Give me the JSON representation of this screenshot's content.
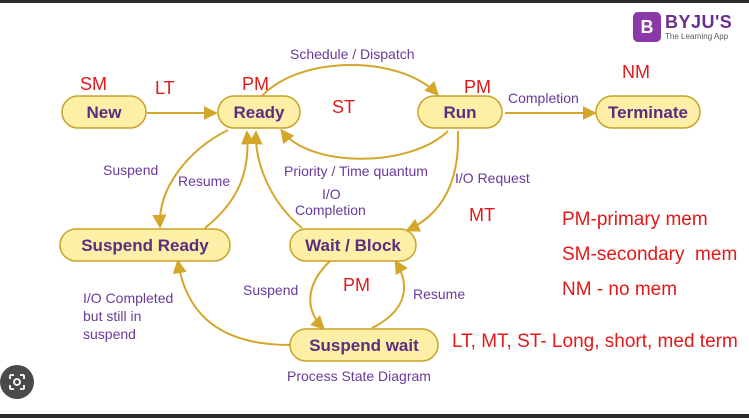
{
  "logo": {
    "letter": "B",
    "name": "BYJU'S",
    "tagline": "The Learning App"
  },
  "states": {
    "new": "New",
    "ready": "Ready",
    "run": "Run",
    "terminate": "Terminate",
    "suspend_ready": "Suspend Ready",
    "wait_block": "Wait / Block",
    "suspend_wait": "Suspend wait"
  },
  "transitions": {
    "schedule_dispatch": "Schedule / Dispatch",
    "completion": "Completion",
    "priority_time_quantum": "Priority / Time quantum",
    "io_request": "I/O Request",
    "io_completion_line1": "I/O",
    "io_completion_line2": "Completion",
    "suspend_left": "Suspend",
    "resume_left": "Resume",
    "suspend_wait": "Suspend",
    "resume_wait": "Resume",
    "io_completed_line1": "I/O Completed",
    "io_completed_line2": "but still in",
    "io_completed_line3": "suspend"
  },
  "caption": "Process State Diagram",
  "memory_tags": {
    "sm": "SM",
    "lt": "LT",
    "pm_ready": "PM",
    "st": "ST",
    "pm_run": "PM",
    "nm": "NM",
    "mt": "MT",
    "pm_wait": "PM"
  },
  "notes": {
    "pm": "PM-primary mem",
    "sm": "SM-secondary  mem",
    "nm": "NM - no mem",
    "terms": "LT, MT, ST- Long, short, med term"
  },
  "colors": {
    "state_fill": "#fdf0a6",
    "state_stroke": "#c9a227",
    "arrow": "#d4a62a",
    "state_text": "#5a2d82",
    "label_text": "#6a3a99",
    "annotation": "#e01a1a",
    "brand": "#8a3aa8"
  }
}
